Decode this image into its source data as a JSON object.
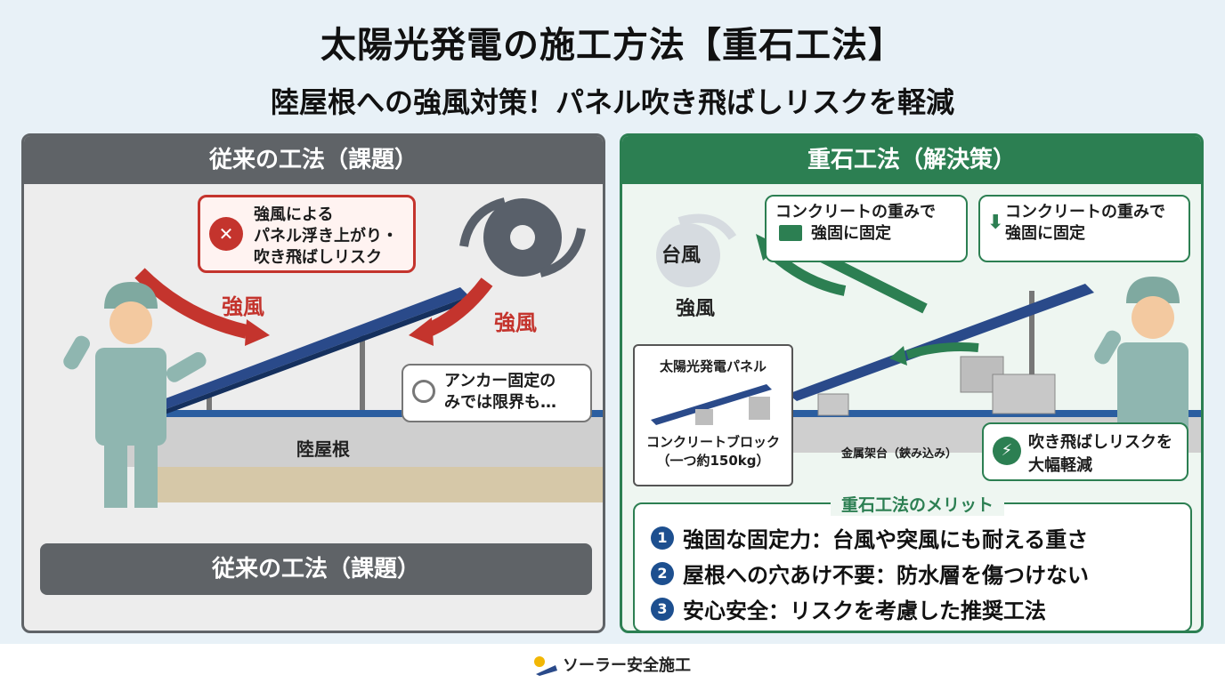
{
  "title": "太陽光発電の施工方法【重石工法】",
  "subtitle": "陸屋根への強風対策！パネル吹き飛ばしリスクを軽減",
  "left": {
    "header": "従来の工法（課題）",
    "bubble_red": [
      "強風による",
      "パネル浮き上がり・",
      "吹き飛ばしリスク"
    ],
    "wind_label_1": "強風",
    "wind_label_2": "強風",
    "bubble_grey": [
      "アンカー固定の",
      "みでは限界も…"
    ],
    "roof_label": "陸屋根",
    "footer_label": "従来の工法（課題）"
  },
  "right": {
    "header": "重石工法（解決策）",
    "typhoon_label": "台風",
    "wind_label": "強風",
    "bubble_1": [
      "コンクリートの重みで",
      "強固に固定"
    ],
    "bubble_2": [
      "コンクリートの重みで",
      "強固に固定"
    ],
    "panel_label": "太陽光発電パネル",
    "block_label": [
      "コンクリートブロック",
      "（一つ約150kg）"
    ],
    "frame_label": "金属架台（鋏み込み）",
    "risk_label": [
      "吹き飛ばしリスクを",
      "大幅軽減"
    ],
    "merit_title": "重石工法のメリット",
    "merits": [
      {
        "num": "1",
        "text": "強固な固定力：台風や突風にも耐える重さ"
      },
      {
        "num": "2",
        "text": "屋根への穴あけ不要：防水層を傷つけない"
      },
      {
        "num": "3",
        "text": "安心安全：リスクを考慮した推奨工法"
      }
    ]
  },
  "brand": "ソーラー安全施工",
  "colors": {
    "danger": "#c4342d",
    "solution": "#2c7f52",
    "neutral": "#5f6367",
    "panel": "#2a4a8a",
    "number_badge": "#1d4f8f"
  },
  "icons": [
    "no-anchor-icon",
    "medal-icon",
    "book-icon",
    "down-arrow-icon",
    "bolt-icon",
    "typhoon-icon",
    "sun-icon"
  ]
}
